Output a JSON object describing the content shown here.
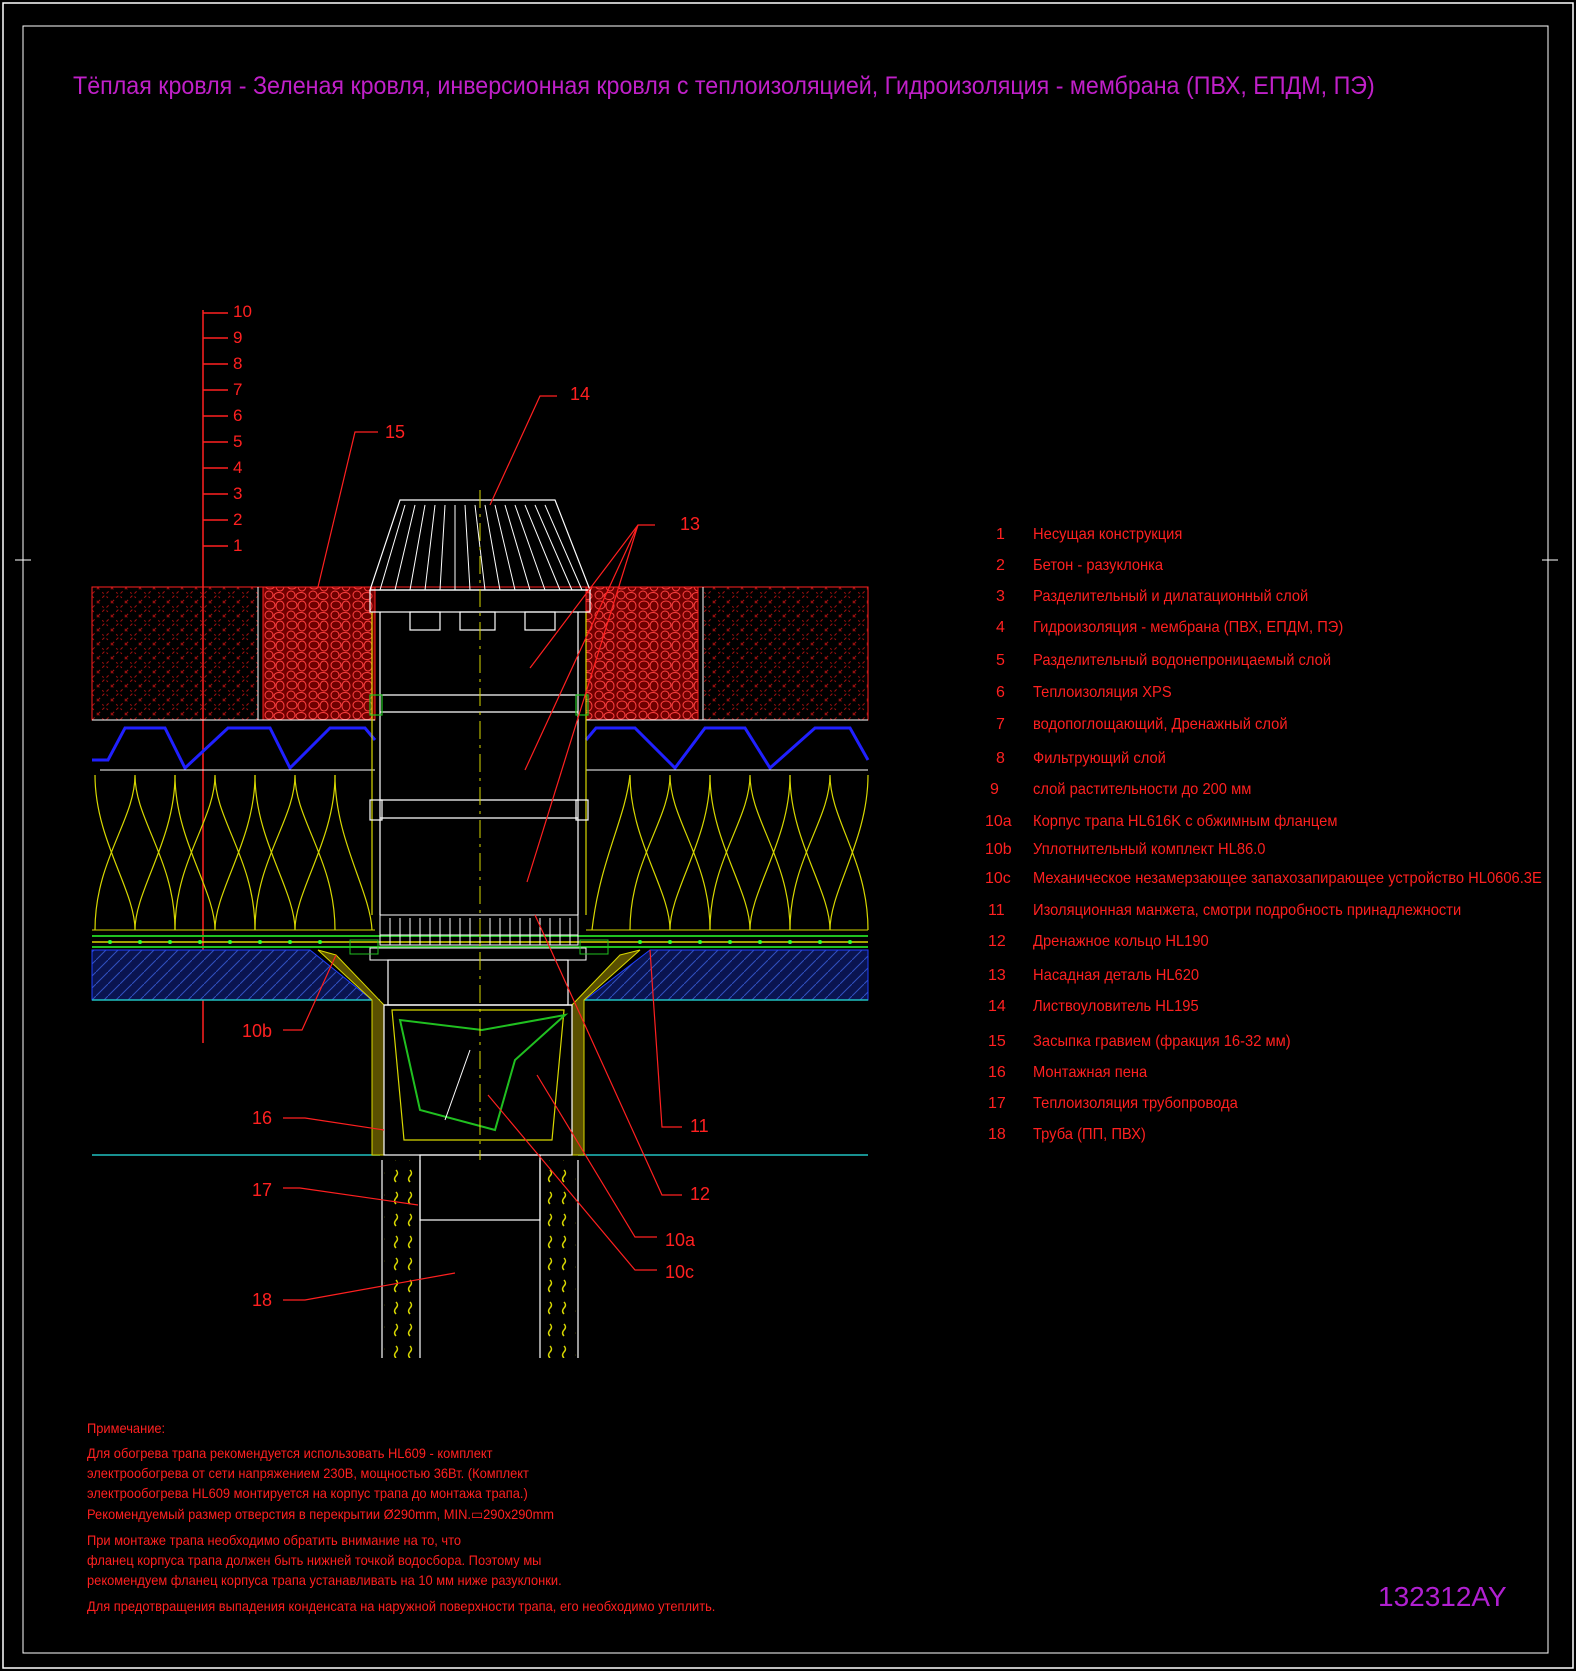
{
  "title": "Тёплая кровля - Зеленая кровля, инверсионная кровля с теплоизоляцией, Гидроизоляция - мембрана (ПВХ, ЕПДМ, ПЭ)",
  "drawing_code": "132312AY",
  "level_markers": [
    "10",
    "9",
    "8",
    "7",
    "6",
    "5",
    "4",
    "3",
    "2",
    "1"
  ],
  "callouts": {
    "c14": "14",
    "c15": "15",
    "c13": "13",
    "c10b": "10b",
    "c16": "16",
    "c17": "17",
    "c18": "18",
    "c11": "11",
    "c12": "12",
    "c10a": "10a",
    "c10c": "10c"
  },
  "legend": [
    {
      "num": "1",
      "text": "Несущая конструкция"
    },
    {
      "num": "2",
      "text": "Бетон - разуклонка"
    },
    {
      "num": "3",
      "text": "Разделительный и дилатационный слой"
    },
    {
      "num": "4",
      "text": "Гидроизоляция - мембрана (ПВХ, ЕПДМ, ПЭ)"
    },
    {
      "num": "5",
      "text": "Разделительный водонепроницаемый слой"
    },
    {
      "num": "6",
      "text": "Теплоизоляция XPS"
    },
    {
      "num": "7",
      "text": "водопоглощающий, Дренажный слой"
    },
    {
      "num": "8",
      "text": "Фильтрующий слой"
    },
    {
      "num": "9",
      "text": "слой растительности до 200 мм"
    },
    {
      "num": "10a",
      "text": "Корпус трапа HL616K с обжимным фланцем"
    },
    {
      "num": "10b",
      "text": "Уплотнительный комплект HL86.0"
    },
    {
      "num": "10c",
      "text": "Механическое незамерзающее запахозапирающее устройство HL0606.3E"
    },
    {
      "num": "11",
      "text": "Изоляционная манжета, смотри подробность принадлежности"
    },
    {
      "num": "12",
      "text": "Дренажное кольцо HL190"
    },
    {
      "num": "13",
      "text": "Насадная деталь HL620"
    },
    {
      "num": "14",
      "text": "Листвоуловитель HL195"
    },
    {
      "num": "15",
      "text": "Засыпка гравием (фракция 16-32 мм)"
    },
    {
      "num": "16",
      "text": "Монтажная пена"
    },
    {
      "num": "17",
      "text": "Теплоизоляция трубопровода"
    },
    {
      "num": "18",
      "text": "Труба (ПП, ПВХ)"
    }
  ],
  "notes": [
    "Примечание:",
    "Для обогрева трапа рекомендуется использовать HL609 - комплект",
    "электрообогрева от сети напряжением 230В, мощностью 36Вт. (Комплект",
    "электрообогрева HL609 монтируется на корпус трапа до монтажа трапа.)",
    "Рекомендуемый размер отверстия в перекрытии Ø290mm, MIN.▭290x290mm",
    "При монтаже трапа необходимо обратить внимание на то, что",
    "фланец корпуса трапа должен быть нижней точкой водосбора. Поэтому мы",
    "рекомендуем фланец корпуса трапа устанавливать на 10 мм ниже разуклонки.",
    "Для предотвращения выпадения конденсата на наружной поверхности трапа, его необходимо утеплить."
  ],
  "colors": {
    "background": "#000000",
    "title": "#c020c8",
    "annotation": "#ff2020",
    "gravel_fill": "#7a0000",
    "drainage_mat": "#2020ff",
    "insulation": "#d8d800",
    "concrete": "#2040a0",
    "membrane": "#20c020",
    "slab_line": "#20c0c0",
    "axis": "#d8d800"
  }
}
